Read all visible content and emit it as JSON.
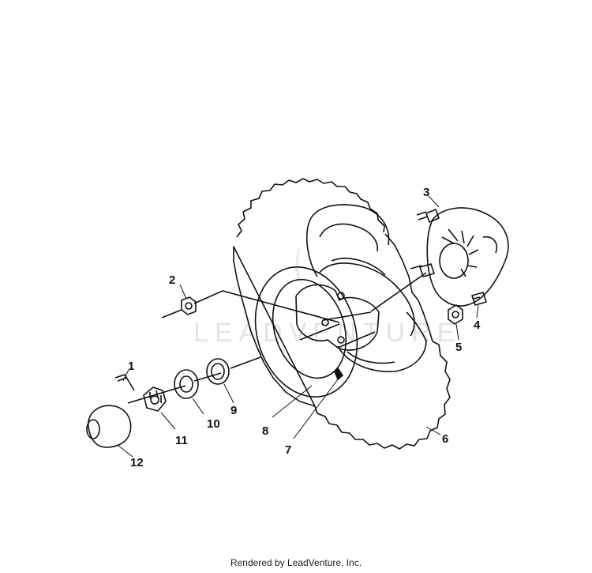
{
  "callouts": [
    "1",
    "2",
    "3",
    "4",
    "5",
    "6",
    "7",
    "8",
    "9",
    "10",
    "11",
    "12"
  ],
  "watermark": "LEADVENTURE",
  "footer": "Rendered by LeadVenture, Inc."
}
